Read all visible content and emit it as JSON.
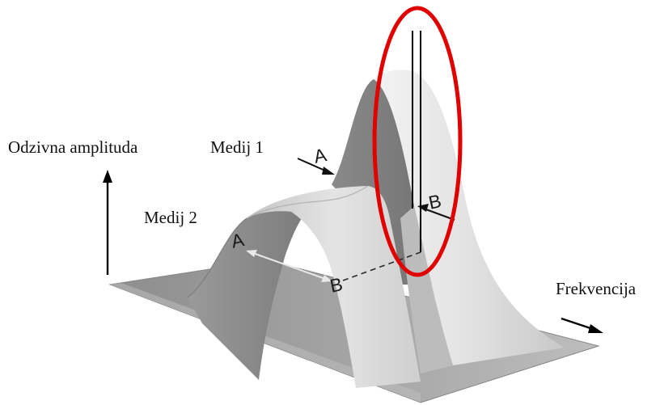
{
  "labels": {
    "y_axis": "Odzivna amplituda",
    "x_axis": "Frekvencija",
    "medium_1": "Medij 1",
    "medium_2": "Medij 2",
    "point_a_medium_1": "A",
    "point_b_medium_1": "B",
    "point_a_medium_2": "A",
    "point_b_medium_2": "B"
  },
  "colors": {
    "highlight_ellipse": "#e00000",
    "floor_plate": "#9e9e9e",
    "peak_dark": "#6f6f6f",
    "peak_light": "#d8d8d8"
  }
}
